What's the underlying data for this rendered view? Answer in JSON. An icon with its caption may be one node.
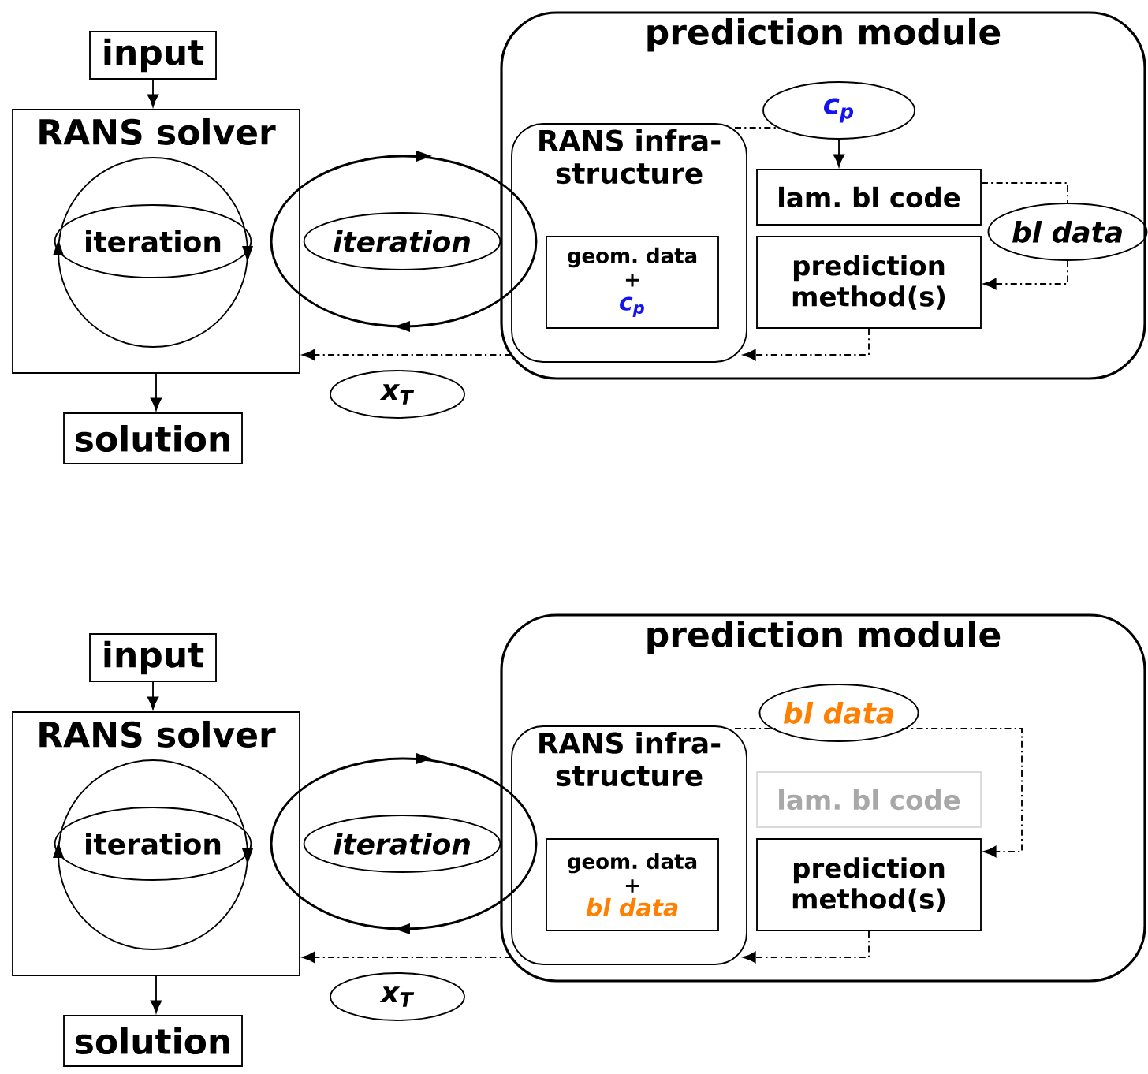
{
  "diagram": {
    "nodes": [
      {
        "text": [
          "input"
        ]
      },
      {
        "text": [
          "RANS solver"
        ]
      },
      {
        "text": [
          "iteration"
        ],
        "in": 1
      },
      {
        "text": [
          "iteration"
        ]
      },
      {
        "text": [
          "x$_{T}$"
        ]
      },
      {
        "text": [
          "solution"
        ]
      },
      {
        "text": [
          "prediction module"
        ]
      },
      {
        "text": [
          "RANS infra- structure"
        ],
        "in": 6
      },
      {
        "text": [
          "geom. data",
          "+",
          "c$_{p}$"
        ],
        "in": 7
      },
      {
        "text": [
          "c$_{p}$"
        ],
        "in": 6
      },
      {
        "text": [
          "lam. bl code"
        ],
        "in": 6
      },
      {
        "text": [
          "bl data"
        ],
        "in": 6
      },
      {
        "text": [
          "prediction method(s)"
        ],
        "in": 6
      },
      {
        "text": [
          "input"
        ]
      },
      {
        "text": [
          "RANS solver"
        ]
      },
      {
        "text": [
          "iteration"
        ],
        "in": 14
      },
      {
        "text": [
          "iteration"
        ]
      },
      {
        "text": [
          "x$_{T}$"
        ]
      },
      {
        "text": [
          "solution"
        ]
      },
      {
        "text": [
          "prediction module"
        ]
      },
      {
        "text": [
          "RANS infra- structure"
        ],
        "in": 19
      },
      {
        "text": [
          "geom. data",
          "+",
          "bl data"
        ],
        "in": 20
      },
      {
        "text": [
          "bl data"
        ],
        "in": 19
      },
      {
        "text": [
          "lam. bl code"
        ],
        "in": 19
      },
      {
        "text": [
          "prediction method(s)"
        ],
        "in": 19
      }
    ],
    "edges": [
      {
        "from": 0,
        "to": 1,
        "arrow": "to"
      },
      {
        "from": 1,
        "to": 5,
        "arrow": "to"
      },
      {
        "from": 7,
        "to": 1,
        "arrow": "to",
        "style": "dashed"
      },
      {
        "from": 12,
        "to": 7,
        "arrow": "to",
        "style": "dashed"
      },
      {
        "from": 7,
        "to": 9,
        "arrow": "none",
        "style": "dashed"
      },
      {
        "from": 9,
        "to": 10,
        "arrow": "to"
      },
      {
        "from": 10,
        "to": 11,
        "arrow": "none",
        "style": "dashed"
      },
      {
        "from": 11,
        "to": 12,
        "arrow": "to",
        "style": "dashed"
      },
      {
        "from": 13,
        "to": 14,
        "arrow": "to"
      },
      {
        "from": 14,
        "to": 18,
        "arrow": "to"
      },
      {
        "from": 20,
        "to": 14,
        "arrow": "to",
        "style": "dashed"
      },
      {
        "from": 24,
        "to": 20,
        "arrow": "to",
        "style": "dashed"
      },
      {
        "from": 20,
        "to": 22,
        "arrow": "none",
        "style": "dashed"
      },
      {
        "from": 22,
        "to": 24,
        "arrow": "to",
        "style": "dashed"
      }
    ]
  }
}
